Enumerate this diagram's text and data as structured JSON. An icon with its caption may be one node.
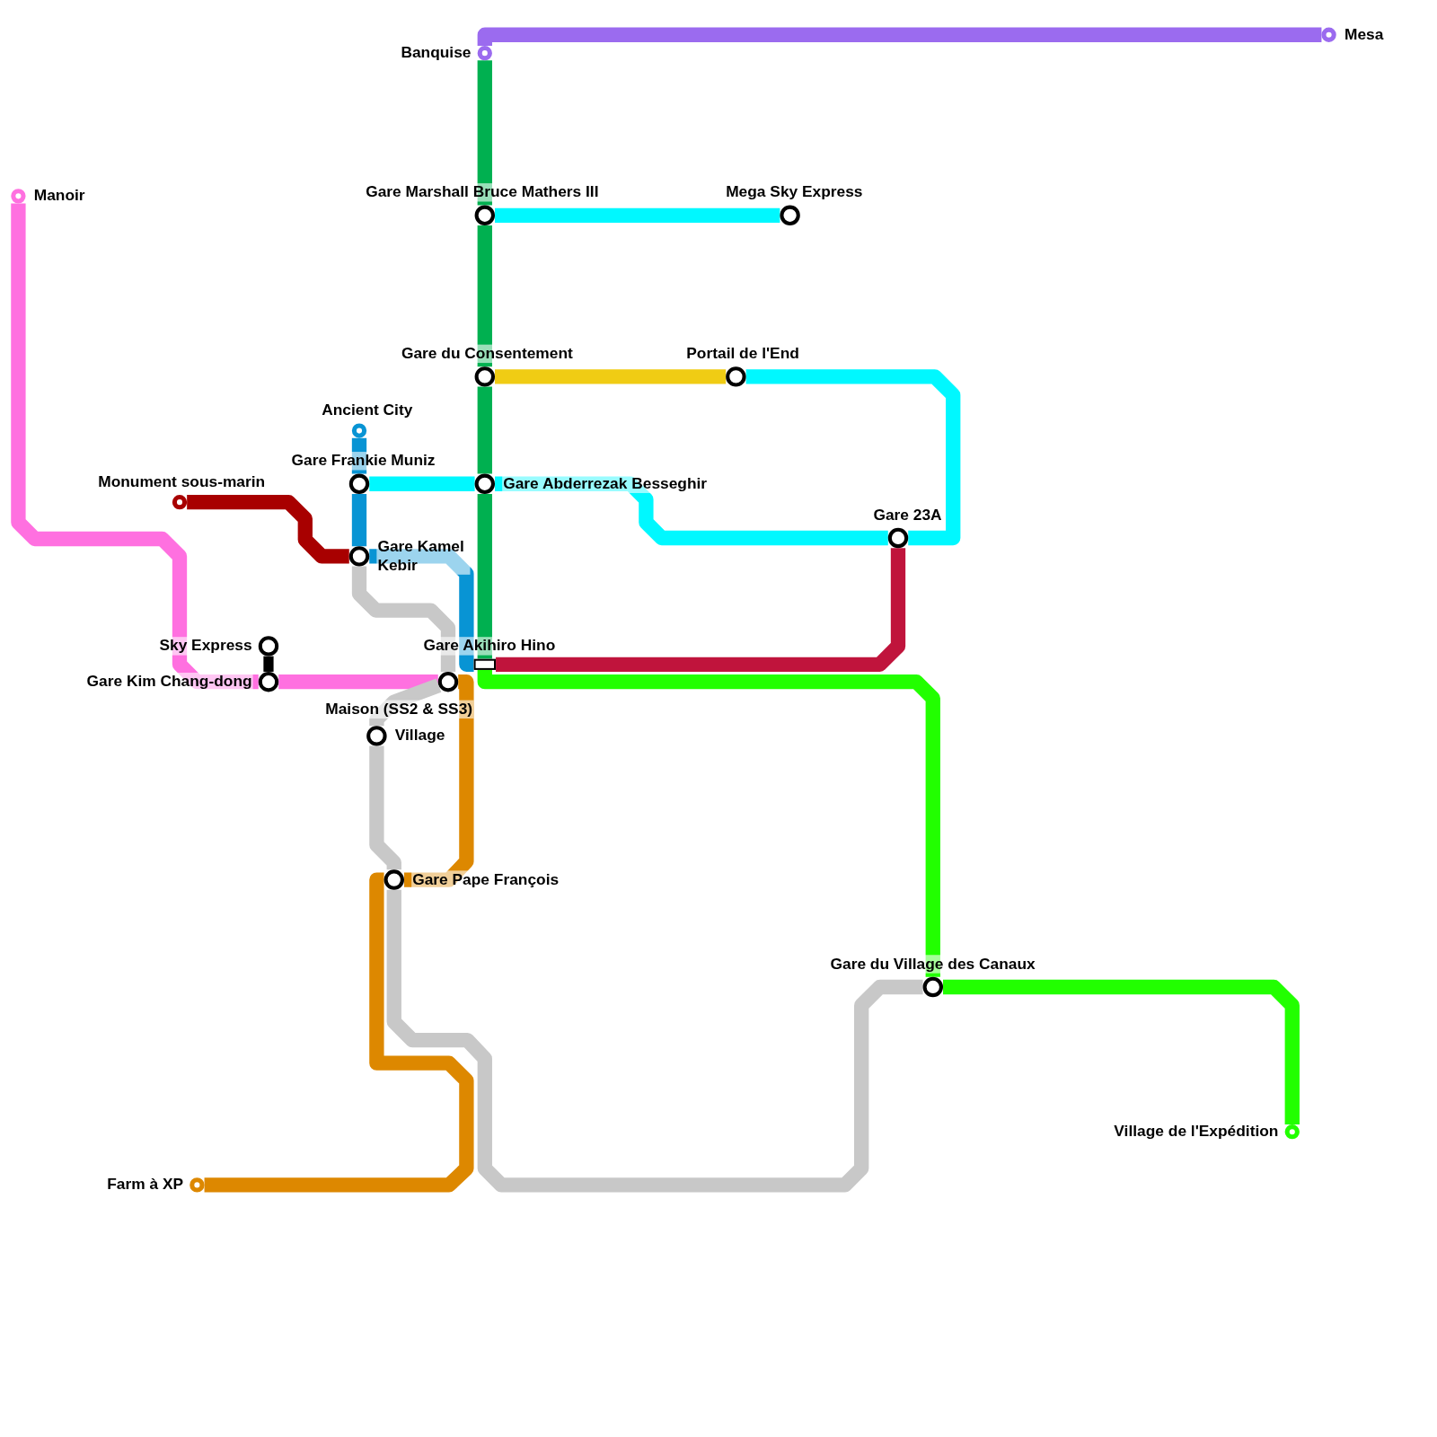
{
  "diagram": {
    "nodes": [
      {
        "text": [
          "Mesa"
        ]
      },
      {
        "text": [
          "Banquise"
        ]
      },
      {
        "text": [
          "Manoir"
        ]
      },
      {
        "text": [
          "Gare Marshall Bruce Mathers III"
        ]
      },
      {
        "text": [
          "Mega Sky Express"
        ]
      },
      {
        "text": [
          "Gare du Consentement"
        ]
      },
      {
        "text": [
          "Portail de l'End"
        ]
      },
      {
        "text": [
          "Ancient City"
        ]
      },
      {
        "text": [
          "Gare Frankie Muniz"
        ]
      },
      {
        "text": [
          "Gare Abderrezak Besseghir"
        ]
      },
      {
        "text": [
          "Monument sous-marin"
        ]
      },
      {
        "text": [
          "Gare 23A"
        ]
      },
      {
        "text": [
          "Gare Kamel Kebir"
        ]
      },
      {
        "text": [
          "Sky Express"
        ]
      },
      {
        "text": [
          "Gare Akihiro Hino"
        ]
      },
      {
        "text": [
          "Gare Kim Chang-dong"
        ]
      },
      {
        "text": [
          "Maison (SS2 & SS3)"
        ]
      },
      {
        "text": [
          "Village"
        ]
      },
      {
        "text": [
          "Gare Pape François"
        ]
      },
      {
        "text": [
          "Gare du Village des Canaux"
        ]
      },
      {
        "text": [
          "Village de l'Expédition"
        ]
      },
      {
        "text": [
          "Farm à XP"
        ]
      }
    ],
    "edges": [
      {
        "from": 1,
        "to": 0,
        "arrow": "none",
        "color": "#9b6bef"
      },
      {
        "from": 1,
        "to": 3,
        "arrow": "none",
        "color": "#00b050"
      },
      {
        "from": 3,
        "to": 5,
        "arrow": "none",
        "color": "#00b050"
      },
      {
        "from": 5,
        "to": 9,
        "arrow": "none",
        "color": "#00b050"
      },
      {
        "from": 9,
        "to": 14,
        "arrow": "none",
        "color": "#00b050"
      },
      {
        "from": 3,
        "to": 4,
        "arrow": "none",
        "color": "#00f8ff"
      },
      {
        "from": 5,
        "to": 6,
        "arrow": "none",
        "color": "#f0cc14"
      },
      {
        "from": 6,
        "to": 11,
        "arrow": "none",
        "color": "#00f8ff"
      },
      {
        "from": 8,
        "to": 9,
        "arrow": "none",
        "color": "#00f8ff"
      },
      {
        "from": 9,
        "to": 11,
        "arrow": "none",
        "color": "#00f8ff"
      },
      {
        "from": 7,
        "to": 8,
        "arrow": "none",
        "color": "#0894d4"
      },
      {
        "from": 8,
        "to": 12,
        "arrow": "none",
        "color": "#0894d4"
      },
      {
        "from": 12,
        "to": 14,
        "arrow": "none",
        "color": "#0894d4"
      },
      {
        "from": 10,
        "to": 12,
        "arrow": "none",
        "color": "#a80000"
      },
      {
        "from": 14,
        "to": 11,
        "arrow": "none",
        "color": "#c0143c"
      },
      {
        "from": 14,
        "to": 19,
        "arrow": "none",
        "color": "#22ff00"
      },
      {
        "from": 19,
        "to": 20,
        "arrow": "none",
        "color": "#22ff00"
      },
      {
        "from": 2,
        "to": 15,
        "arrow": "none",
        "color": "#ff70e0"
      },
      {
        "from": 15,
        "to": 16,
        "arrow": "none",
        "color": "#ff70e0"
      },
      {
        "from": 13,
        "to": 15,
        "arrow": "none",
        "color": "#000000"
      },
      {
        "from": 12,
        "to": 16,
        "arrow": "none",
        "color": "#c8c8c8"
      },
      {
        "from": 16,
        "to": 17,
        "arrow": "none",
        "color": "#c8c8c8"
      },
      {
        "from": 17,
        "to": 18,
        "arrow": "none",
        "color": "#c8c8c8"
      },
      {
        "from": 18,
        "to": 19,
        "arrow": "none",
        "color": "#c8c8c8"
      },
      {
        "from": 16,
        "to": 18,
        "arrow": "none",
        "color": "#dd8800"
      },
      {
        "from": 18,
        "to": 21,
        "arrow": "none",
        "color": "#dd8800"
      }
    ]
  }
}
